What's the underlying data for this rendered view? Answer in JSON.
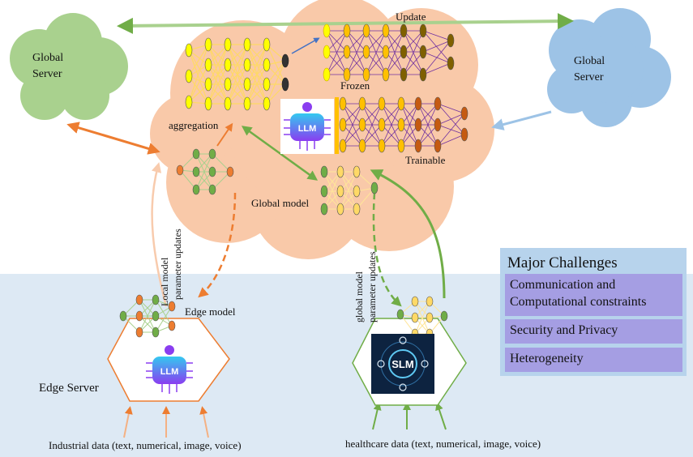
{
  "diagram": {
    "global_server_left": "Global\nServer",
    "global_server_right": "Global\nServer",
    "update": "Update",
    "frozen": "Frozen",
    "trainable": "Trainable",
    "aggregation": "aggregation",
    "global_model": "Global model",
    "edge_model": "Edge model",
    "local_updates_line1": "Local model",
    "local_updates_line2": "parameter updates",
    "global_updates_line1": "global model",
    "global_updates_line2": "parameter updates",
    "edge_server": "Edge Server",
    "llm_badge_top": "LLM",
    "llm_badge_bottom": "LLM",
    "slm_badge": "SLM",
    "industrial_data": "Industrial  data (text, numerical, image, voice)",
    "healthcare_data": "healthcare data (text, numerical, image, voice)"
  },
  "challenges": {
    "title": "Major Challenges",
    "items": [
      "Communication and Computational constraints",
      "Security and Privacy",
      "Heterogeneity"
    ]
  },
  "colors": {
    "cloud_main": "#f9c9a9",
    "cloud_green": "#a9d18e",
    "cloud_blue": "#9dc3e6",
    "ground_band": "#dde9f4",
    "panel": "#b7d3ec",
    "panel_item": "#a59ee3",
    "arrow_orange": "#ed7d31",
    "arrow_green": "#70ad47",
    "arrow_blue": "#9dc3e6",
    "node_yellow": "#ffff00",
    "node_gold": "#ffc000",
    "node_brown": "#c55a11",
    "node_olive": "#7f6000",
    "edge_purple": "#7030a0",
    "edge_yellow": "#ffd966"
  }
}
